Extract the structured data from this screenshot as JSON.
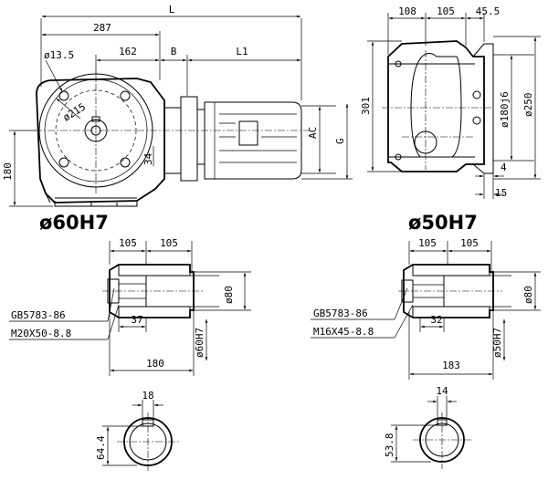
{
  "main_view": {
    "dims": {
      "L": "L",
      "d287": "287",
      "d162": "162",
      "B": "B",
      "L1": "L1",
      "d13_5": "ø13.5",
      "d215": "ø215",
      "d34": "34",
      "AC": "AC",
      "G": "G",
      "d180": "180"
    }
  },
  "side_view": {
    "dims": {
      "d108": "108",
      "d105": "105",
      "d45_5": "45.5",
      "d301": "301",
      "d180j6": "ø180j6",
      "d250": "ø250",
      "d4": "4",
      "d15": "15"
    }
  },
  "shaft_60": {
    "title": "ø60H7",
    "dims": {
      "d105a": "105",
      "d105b": "105",
      "d80": "ø80",
      "d37": "37",
      "d60H7": "ø60H7",
      "d180": "180",
      "d18": "18",
      "d64_4": "64.4"
    },
    "std": "GB5783-86",
    "bolt": "M20X50-8.8"
  },
  "shaft_50": {
    "title": "ø50H7",
    "dims": {
      "d105a": "105",
      "d105b": "105",
      "d80": "ø80",
      "d32": "32",
      "d50H7": "ø50H7",
      "d183": "183",
      "d14": "14",
      "d53_8": "53.8"
    },
    "std": "GB5783-86",
    "bolt": "M16X45-8.8"
  }
}
